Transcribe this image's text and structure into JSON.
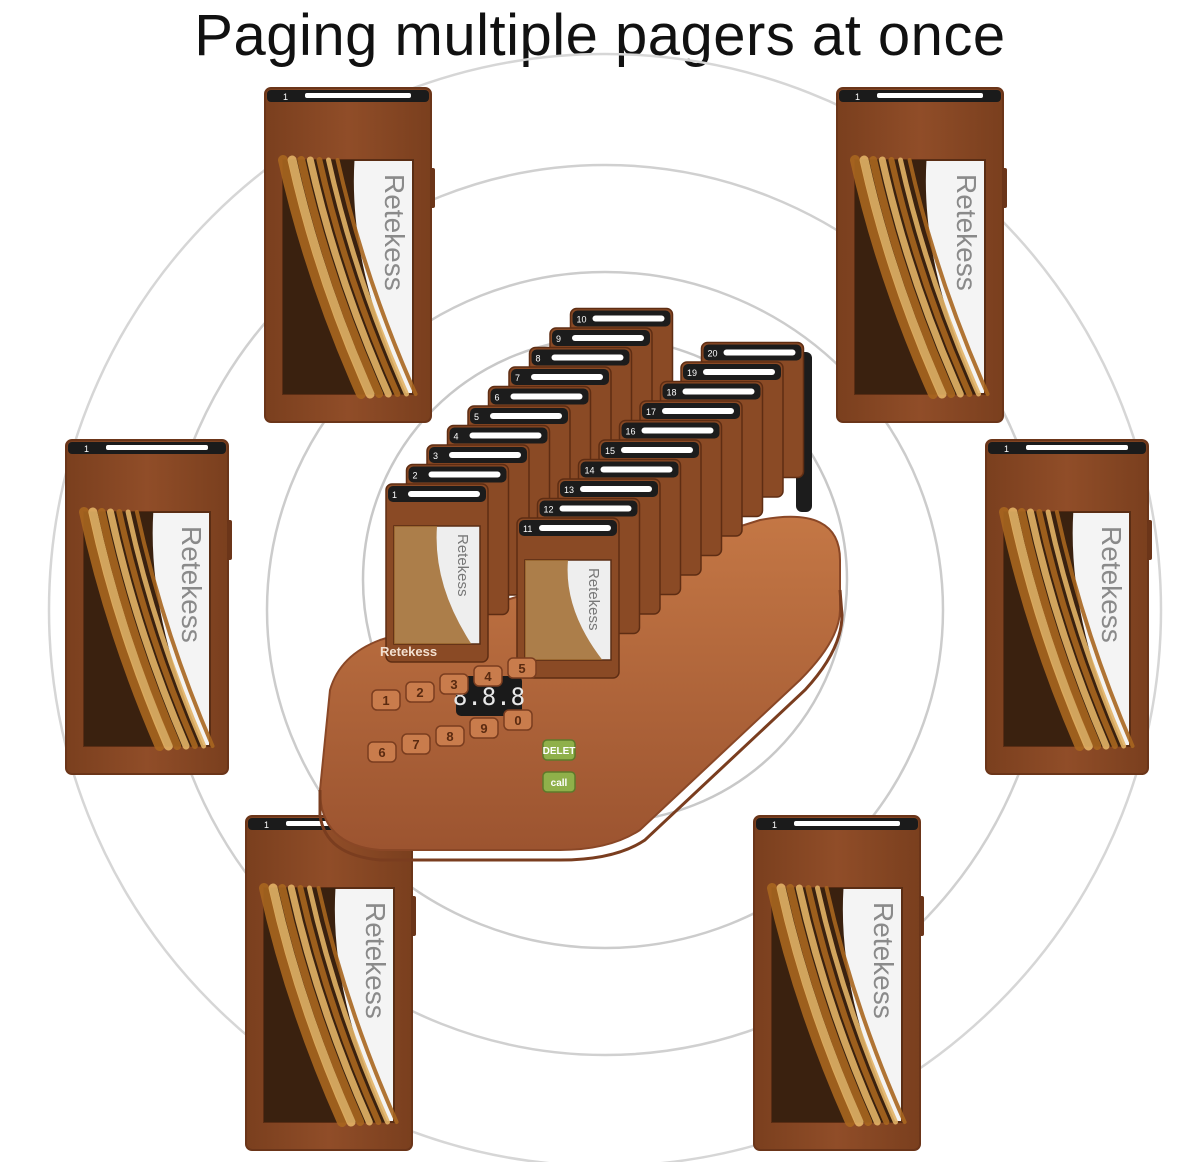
{
  "title": "Paging multiple pagers at once",
  "brand": "Retekess",
  "pager_number_label": "1",
  "base": {
    "brand": "Retekess",
    "display": "8.8.8",
    "keypad_keys": [
      "1",
      "2",
      "3",
      "4",
      "5",
      "6",
      "7",
      "8",
      "9",
      "0"
    ],
    "function_keys": [
      "DELET",
      "call"
    ]
  },
  "slot_numbers_left": [
    "1",
    "2",
    "3",
    "4",
    "5",
    "6",
    "7",
    "8",
    "9",
    "10"
  ],
  "slot_numbers_right": [
    "11",
    "12",
    "13",
    "14",
    "15",
    "16",
    "17",
    "18",
    "19",
    "20"
  ],
  "colors": {
    "pager_body": "#8a4a25",
    "pager_edge": "#6b3519",
    "base_body": "#b86a3d",
    "ring": "#d0d0d0",
    "display": "#1a1a1a",
    "keypad_green": "#8fb04a"
  }
}
